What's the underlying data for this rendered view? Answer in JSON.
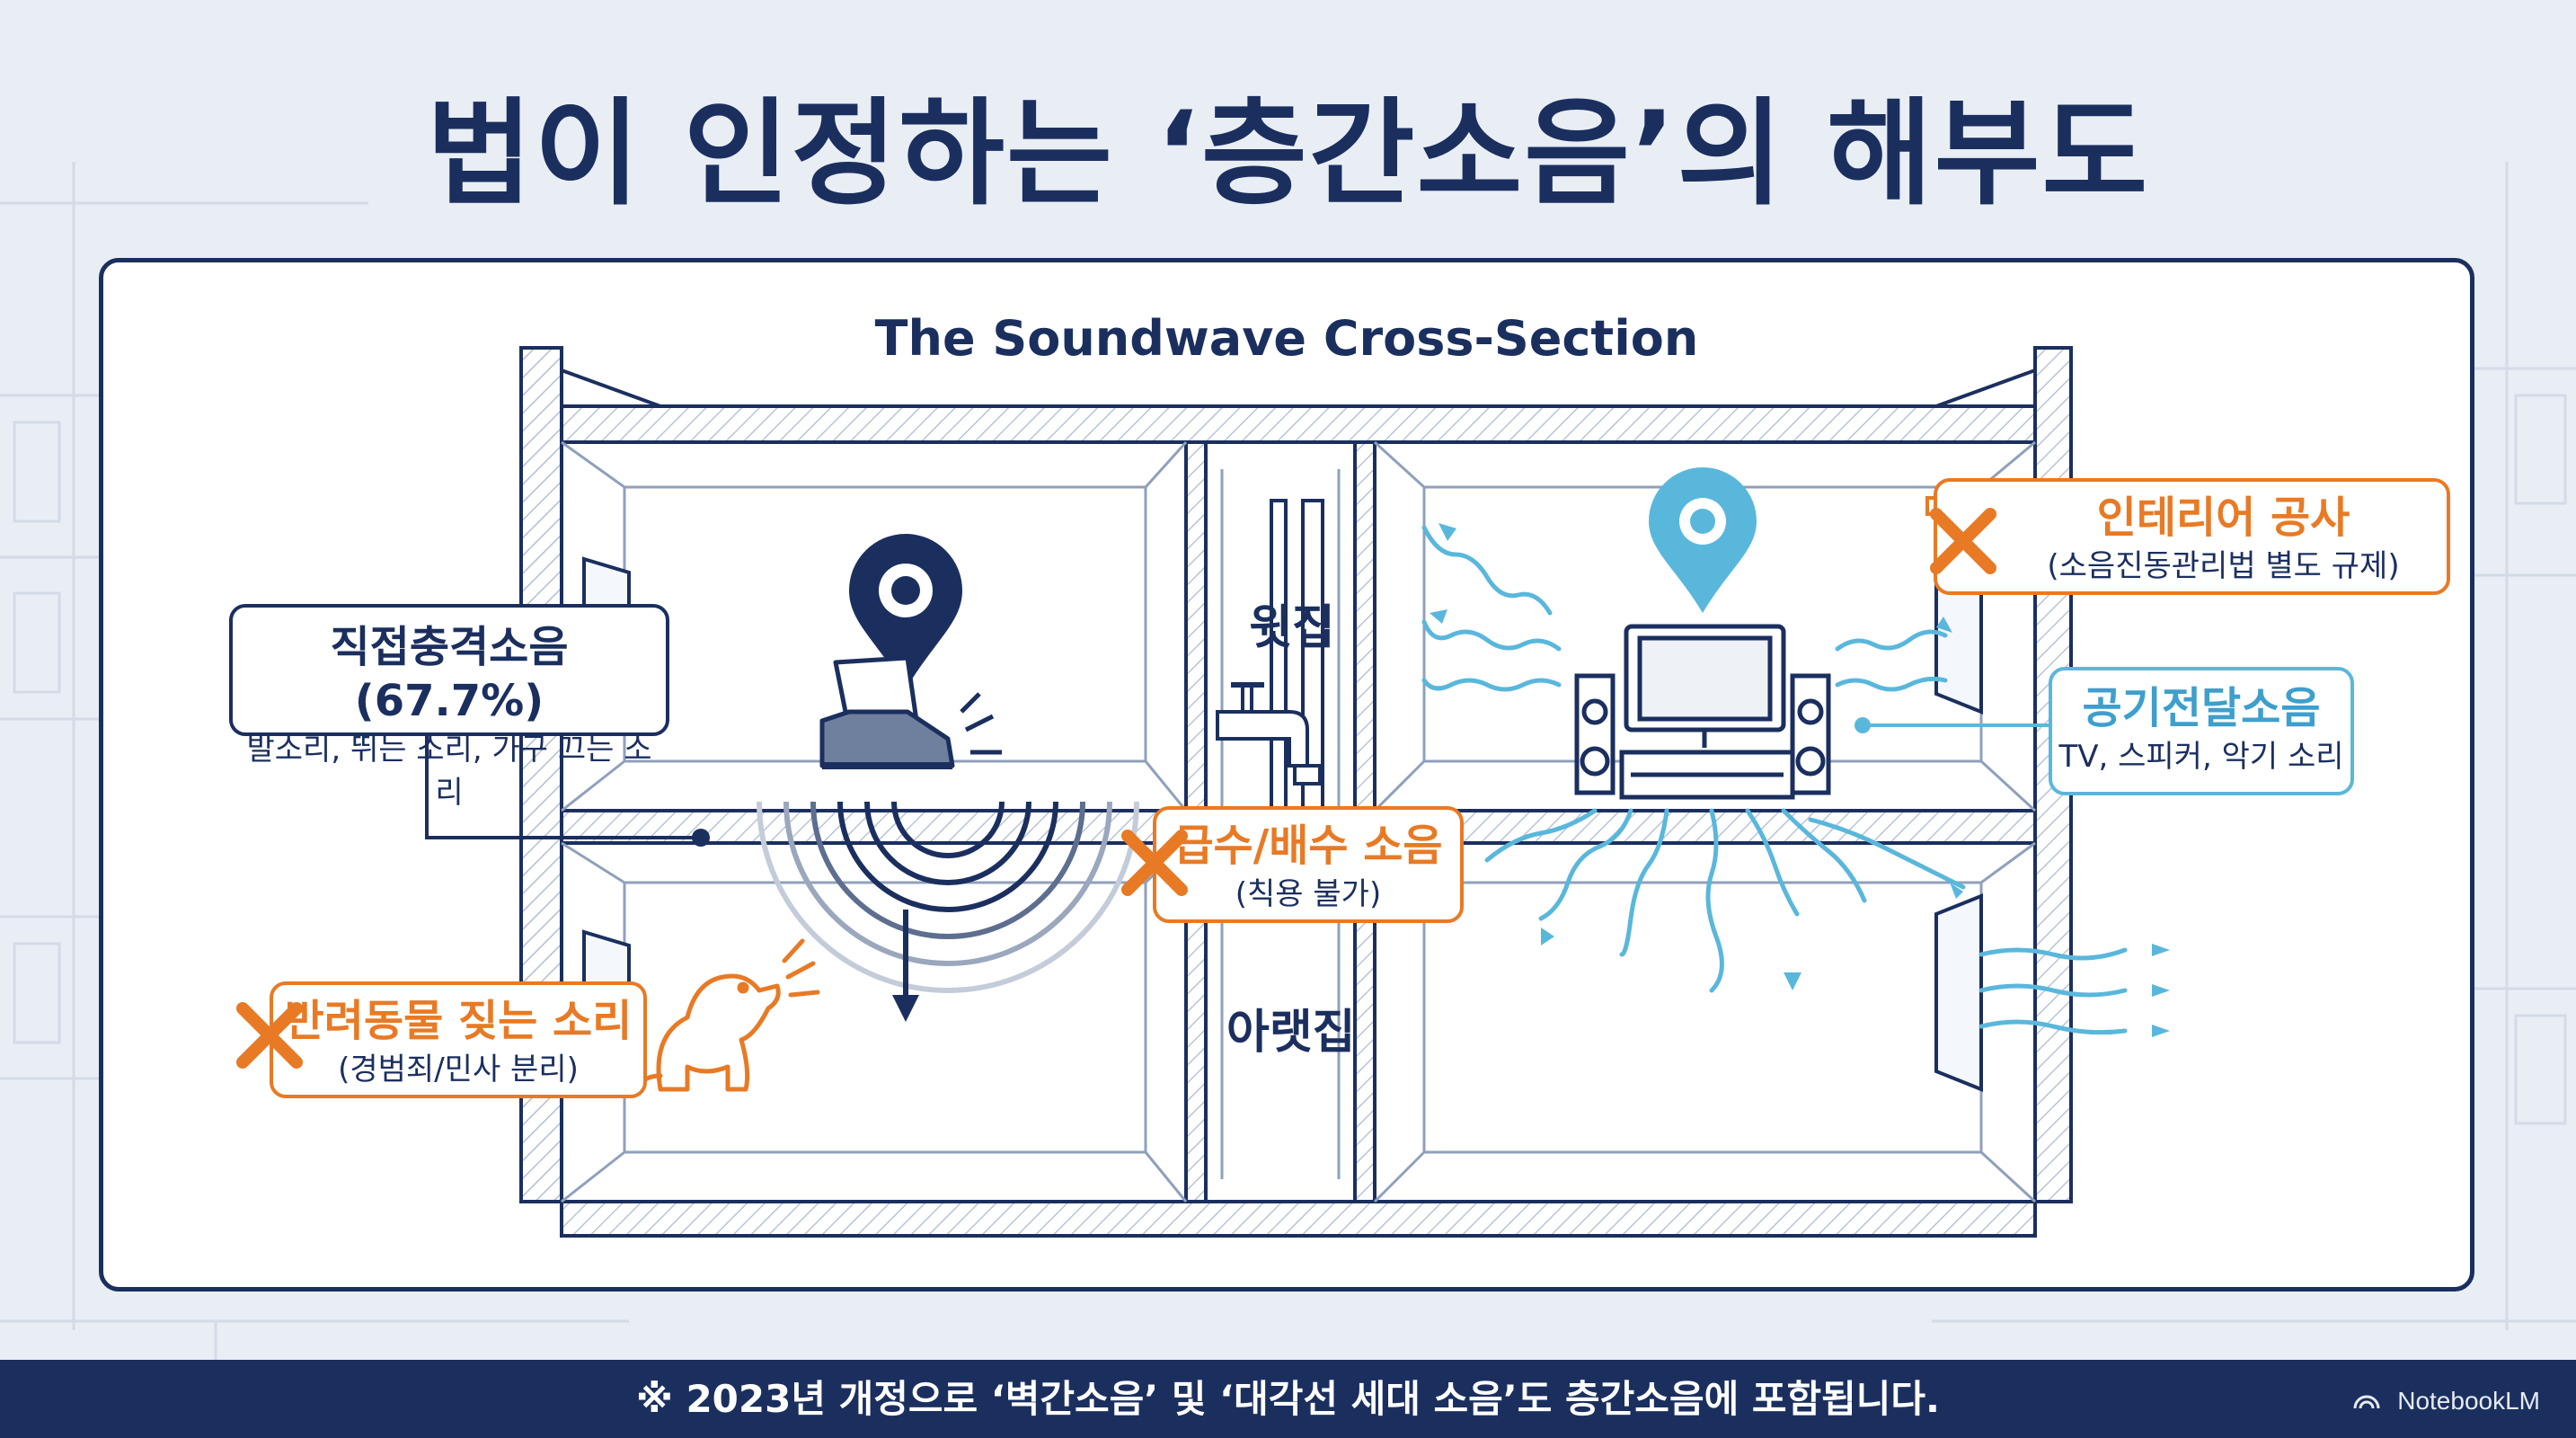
{
  "title": "법이 인정하는 ‘층간소음’의 해부도",
  "diagram": {
    "section_title": "The Soundwave Cross-Section",
    "upper_unit_label": "윗집",
    "lower_unit_label": "아랫집",
    "callouts": {
      "direct_impact": {
        "title": "직접충격소음 (67.7%)",
        "detail": "발소리, 뛰는 소리, 가구 끄는 소리",
        "status": "included"
      },
      "airborne": {
        "title": "공기전달소음",
        "detail": "TV, 스피커, 악기 소리",
        "status": "included"
      },
      "interior_construction": {
        "title": "인테리어 공사",
        "detail": "(소음진동관리법 별도 규제)",
        "status": "excluded"
      },
      "plumbing": {
        "title": "급수/배수 소음",
        "detail": "(칙용 불가)",
        "status": "excluded"
      },
      "pet_barking": {
        "title": "반려동물 짖는 소리",
        "detail": "(경범죄/민사 분리)",
        "status": "excluded"
      }
    },
    "colors": {
      "navy": "#1b2f5f",
      "orange": "#e87a25",
      "blue": "#5ab7dc"
    },
    "icons": [
      "pin-icon",
      "shoe-icon",
      "faucet-icon",
      "tv-icon",
      "speaker-icon",
      "hammer-wrench-icon",
      "dog-icon",
      "x-mark-icon",
      "impact-wave-icon",
      "sound-wave-icon"
    ]
  },
  "footer": {
    "note": "※  2023년 개정으로 ‘벽간소음’ 및 ‘대각선 세대 소음’도 층간소음에 포함됩니다.",
    "brand": "NotebookLM"
  }
}
